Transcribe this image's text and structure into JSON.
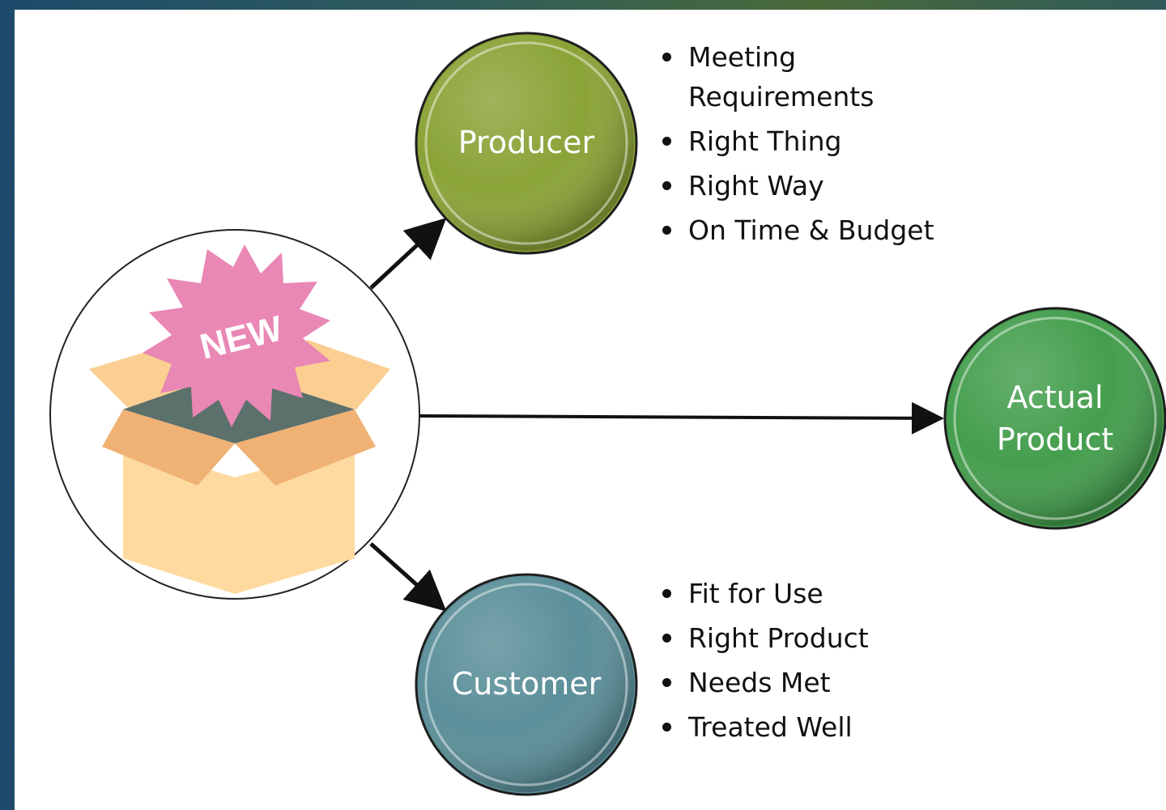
{
  "nodes": {
    "producer": {
      "label": "Producer",
      "color": "#8aa337"
    },
    "customer": {
      "label": "Customer",
      "color": "#5b8f99"
    },
    "actual_product": {
      "label": "Actual\nProduct",
      "color": "#449e4d"
    },
    "new_product": {
      "badge": "NEW",
      "badge_color": "#e987b5",
      "box_color": "#fedaa0"
    }
  },
  "producer_points": [
    "Meeting Requirements",
    "Right Thing",
    "Right Way",
    "On Time & Budget"
  ],
  "customer_points": [
    "Fit for Use",
    "Right Product",
    "Needs Met",
    "Treated Well"
  ]
}
